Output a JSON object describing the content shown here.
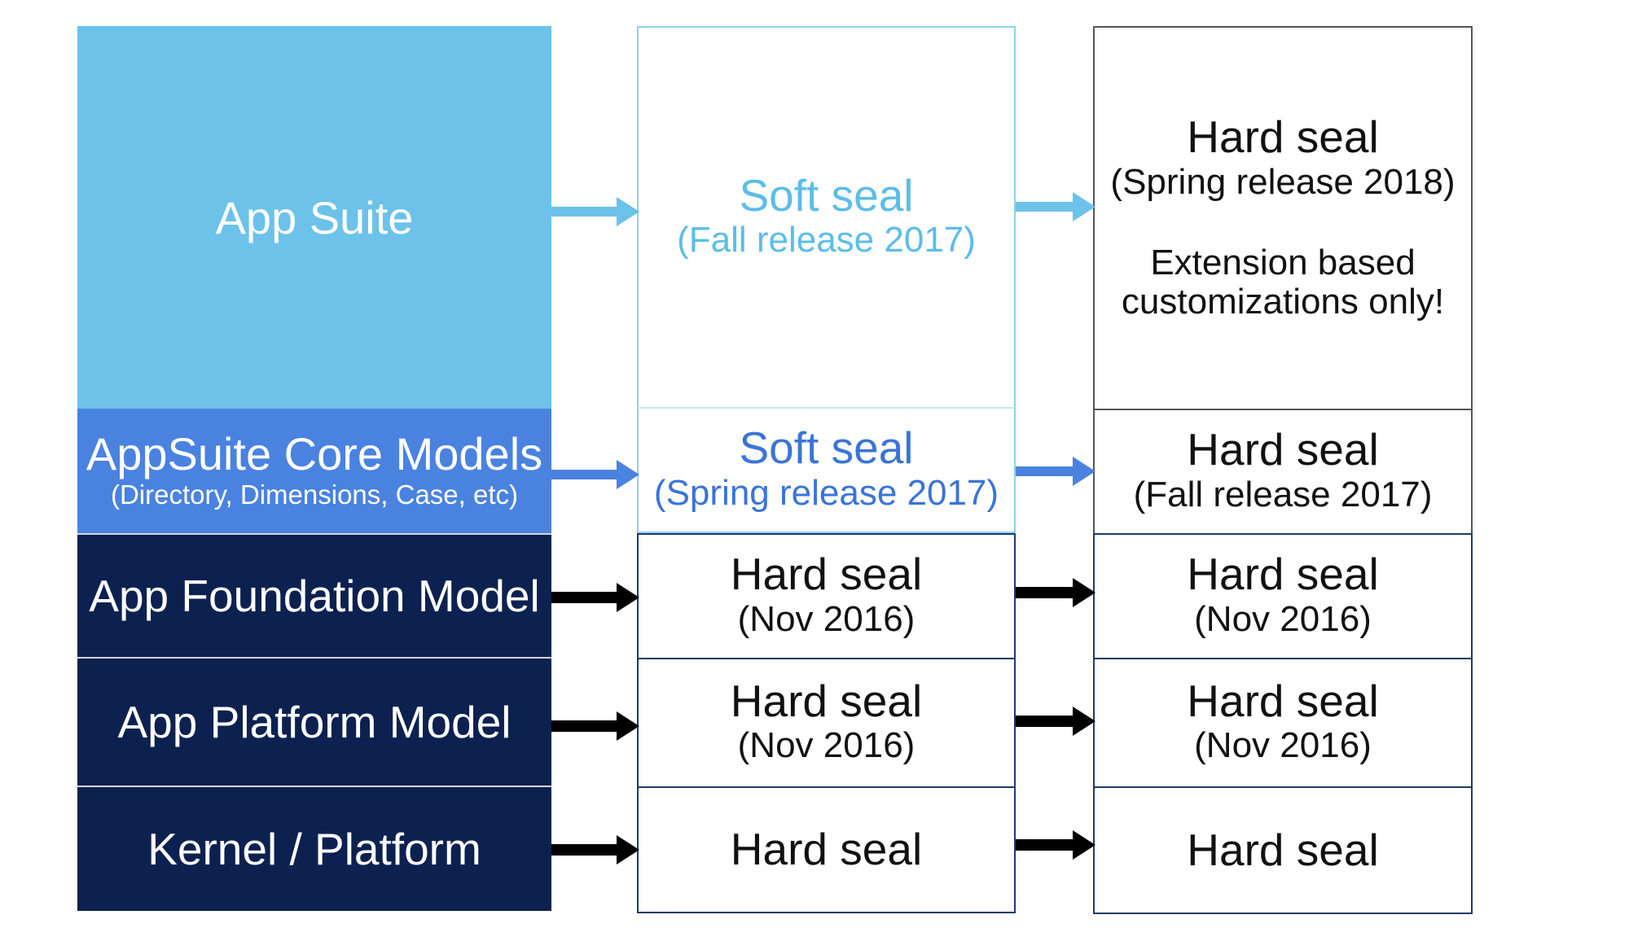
{
  "colors": {
    "app_suite": "#6cc2e9",
    "core_models": "#4a82e0",
    "dark_navy": "#0c2150",
    "soft_seal_light": "#5cbde8",
    "soft_seal_medium": "#3a74d8",
    "hard_seal_text": "#111111",
    "arrow_black": "#000000",
    "border_dark": "#1d3a6b",
    "border_gray": "#555555"
  },
  "layers": [
    {
      "title": "App Suite",
      "subtitle": ""
    },
    {
      "title": "AppSuite Core Models",
      "subtitle": "(Directory, Dimensions, Case, etc)"
    },
    {
      "title": "App Foundation Model",
      "subtitle": ""
    },
    {
      "title": "App Platform Model",
      "subtitle": ""
    },
    {
      "title": "Kernel / Platform",
      "subtitle": ""
    }
  ],
  "column1": [
    {
      "title": "Soft seal",
      "detail": "(Fall release 2017)"
    },
    {
      "title": "Soft seal",
      "detail": "(Spring release 2017)"
    },
    {
      "title": "Hard seal",
      "detail": "(Nov 2016)"
    },
    {
      "title": "Hard seal",
      "detail": "(Nov 2016)"
    },
    {
      "title": "Hard seal",
      "detail": ""
    }
  ],
  "column2": [
    {
      "title": "Hard seal",
      "detail": "(Spring release 2018)",
      "note_line1": "Extension based",
      "note_line2": "customizations only!"
    },
    {
      "title": "Hard seal",
      "detail": "(Fall release 2017)"
    },
    {
      "title": "Hard seal",
      "detail": "(Nov 2016)"
    },
    {
      "title": "Hard seal",
      "detail": "(Nov 2016)"
    },
    {
      "title": "Hard seal",
      "detail": ""
    }
  ]
}
